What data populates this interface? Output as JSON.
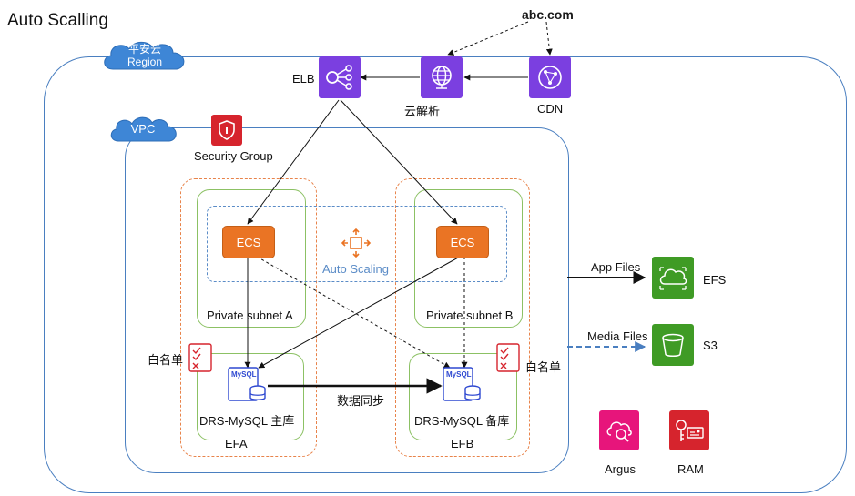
{
  "title": "Auto Scalling",
  "region": {
    "line1": "平安云",
    "line2": "Region"
  },
  "vpc": "VPC",
  "security_group": "Security Group",
  "domain": "abc.com",
  "services": {
    "elb": "ELB",
    "dns": "云解析",
    "cdn": "CDN",
    "efs": "EFS",
    "s3": "S3",
    "argus": "Argus",
    "ram": "RAM"
  },
  "ecs_a": "ECS",
  "ecs_b": "ECS",
  "auto_scaling": "Auto Scaling",
  "subnet_a": "Private subnet A",
  "subnet_b": "Private subnet B",
  "whitelist_left": "白名单",
  "whitelist_right": "白名单",
  "mysql_badge": "MySQL",
  "db_primary": "DRS-MySQL 主库",
  "db_standby": "DRS-MySQL 备库",
  "sync_label": "数据同步",
  "efa": "EFA",
  "efb": "EFB",
  "app_files": "App Files",
  "media_files": "Media Files",
  "colors": {
    "network_purple": "#7b3fe0",
    "security_red": "#d6242d",
    "storage_green": "#3f9b25",
    "ecs_orange": "#ea7424",
    "mgmt_pink": "#e7157b",
    "db_blue": "#2f49d1"
  }
}
